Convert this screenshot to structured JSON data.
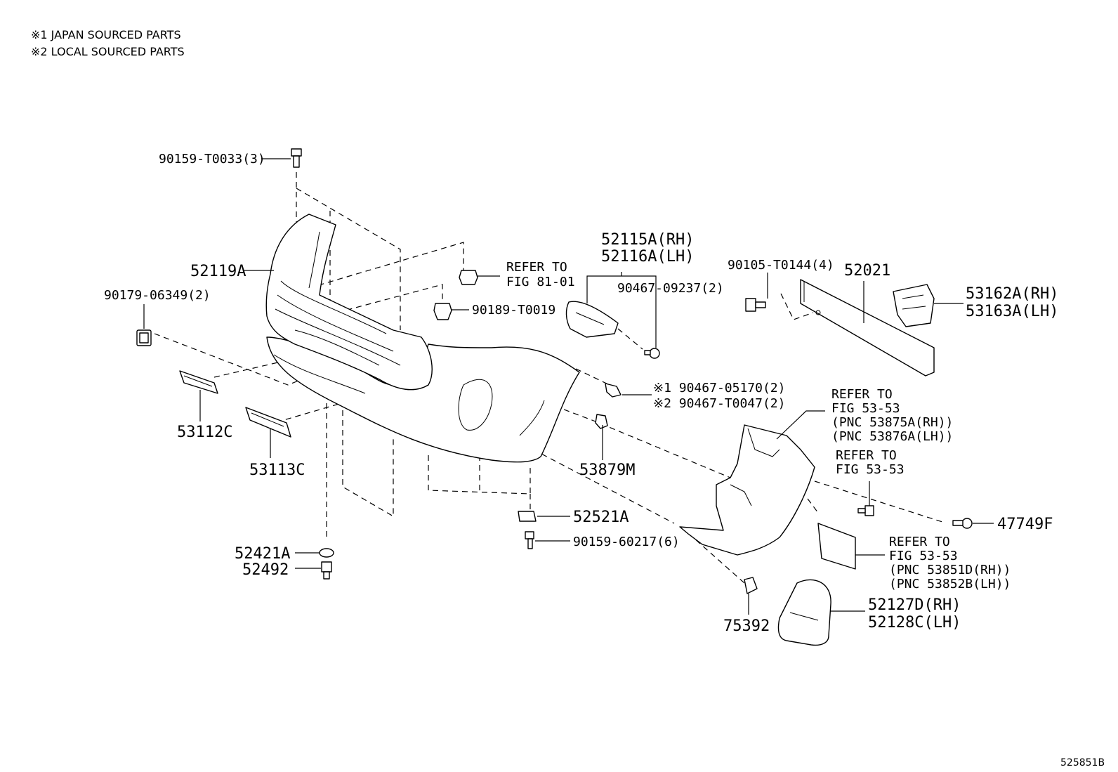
{
  "notes": {
    "note1": "※1 JAPAN SOURCED PARTS",
    "note2": "※2 LOCAL SOURCED PARTS"
  },
  "labels": {
    "bolt_top": "90159-T0033(3)",
    "bumper_reinforcement": "52119A",
    "clip_90179": "90179-06349(2)",
    "refer_81_line1": "REFER TO",
    "refer_81_line2": "FIG 81-01",
    "clip_90189": "90189-T0019",
    "retainer_rh": "52115A(RH)",
    "retainer_lh": "52116A(LH)",
    "clip_90467_09237": "90467-09237(2)",
    "bolt_90105": "90105-T0144(4)",
    "bar_52021": "52021",
    "bracket_rh": "53162A(RH)",
    "bracket_lh": "53163A(LH)",
    "clip_jp": "※1 90467-05170(2)",
    "clip_local": "※2 90467-T0047(2)",
    "refer_5353a_line1": "REFER TO",
    "refer_5353a_line2": "FIG 53-53",
    "refer_5353a_line3": "(PNC 53875A(RH))",
    "refer_5353a_line4": "(PNC 53876A(LH))",
    "refer_5353b_line1": "REFER TO",
    "refer_5353b_line2": "FIG 53-53",
    "grille_53112c": "53112C",
    "grille_53113c": "53113C",
    "clip_53879m": "53879M",
    "nut_52521a": "52521A",
    "bolt_90159_60217": "90159-60217(6)",
    "pad_52421a": "52421A",
    "screw_52492": "52492",
    "clip_47749f": "47749F",
    "refer_5353c_line1": "REFER TO",
    "refer_5353c_line2": "FIG 53-53",
    "refer_5353c_line3": "(PNC 53851D(RH))",
    "refer_5353c_line4": "(PNC 53852B(LH))",
    "clip_75392": "75392",
    "cover_rh": "52127D(RH)",
    "cover_lh": "52128C(LH)",
    "figure_id": "525851B"
  }
}
